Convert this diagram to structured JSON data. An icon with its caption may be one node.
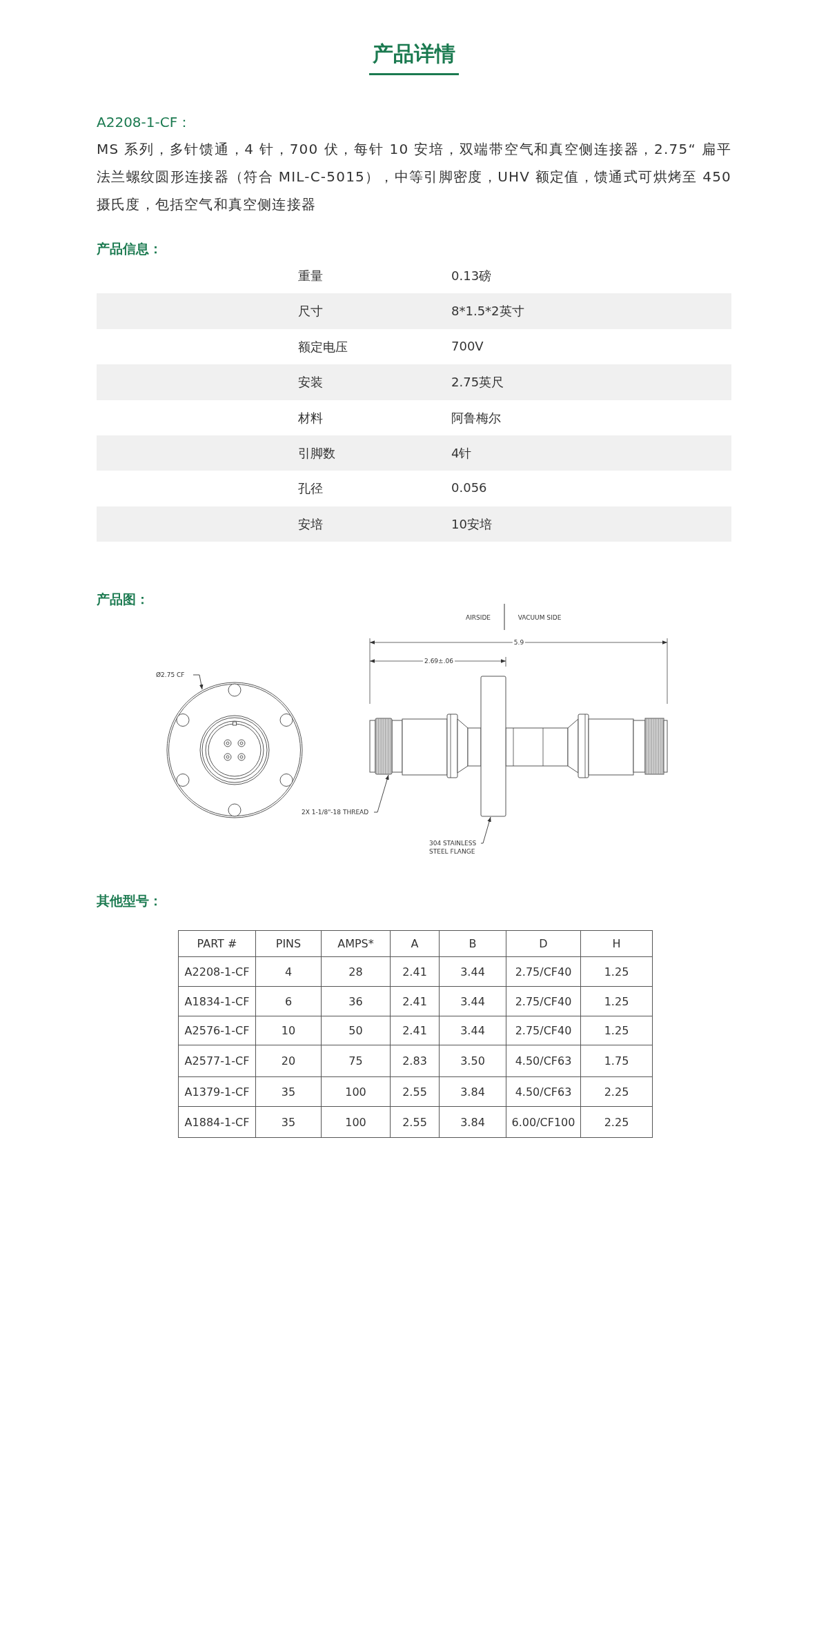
{
  "diagram": {
    "title": "产品详情",
    "nodes": [
      {
        "text": [
          "Ø2.75 CF"
        ]
      },
      {
        "text": [],
        "shape": "circle"
      },
      {
        "text": [
          "2X 1-1/8\"-18 THREAD"
        ]
      },
      {
        "text": [],
        "shape": "box"
      },
      {
        "text": [
          "304 STAINLESS STEEL FLANGE"
        ]
      },
      {
        "text": [],
        "shape": "box"
      }
    ],
    "edges": [
      {
        "from": 0,
        "to": 1,
        "arrow": "to"
      },
      {
        "from": 2,
        "to": 3,
        "arrow": "to"
      },
      {
        "from": 4,
        "to": 5,
        "arrow": "to"
      }
    ],
    "labels": [
      "A2208-1-CF：",
      "MS 系列，多针馈通，4 针，700 伏，每针 10 安培，双端带空气和真空侧连接器，2.75“ 扁平法兰螺纹圆形连接器（符合 MIL-C-5015），中等引脚密度，UHV 额定值，馈通式可烘烤至 450 摄氏度，包括空气和真空侧连接器",
      "产品信息：",
      "重量",
      "0.13磅",
      "尺寸",
      "8*1.5*2英寸",
      "额定电压",
      "700V",
      "安装",
      "2.75英尺",
      "材料",
      "阿鲁梅尔",
      "引脚数",
      "4针",
      "孔径",
      "0.056",
      "安培",
      "10安培",
      "产品图：",
      "AIRSIDE",
      "VACUUM SIDE",
      "5.9",
      "2.69±.06",
      "其他型号：",
      "PART #",
      "PINS",
      "AMPS*",
      "A",
      "B",
      "D",
      "H",
      "A2208-1-CF",
      "4",
      "28",
      "2.41",
      "3.44",
      "2.75/CF40",
      "1.25",
      "A1834-1-CF",
      "6",
      "36",
      "2.41",
      "3.44",
      "2.75/CF40",
      "1.25",
      "A2576-1-CF",
      "10",
      "50",
      "2.41",
      "3.44",
      "2.75/CF40",
      "1.25",
      "A2577-1-CF",
      "20",
      "75",
      "2.83",
      "3.50",
      "4.50/CF63",
      "1.75",
      "A1379-1-CF",
      "35",
      "100",
      "2.55",
      "3.84",
      "4.50/CF63",
      "2.25",
      "A1884-1-CF",
      "35",
      "100",
      "2.55",
      "3.84",
      "6.00/CF100",
      "2.25"
    ]
  }
}
